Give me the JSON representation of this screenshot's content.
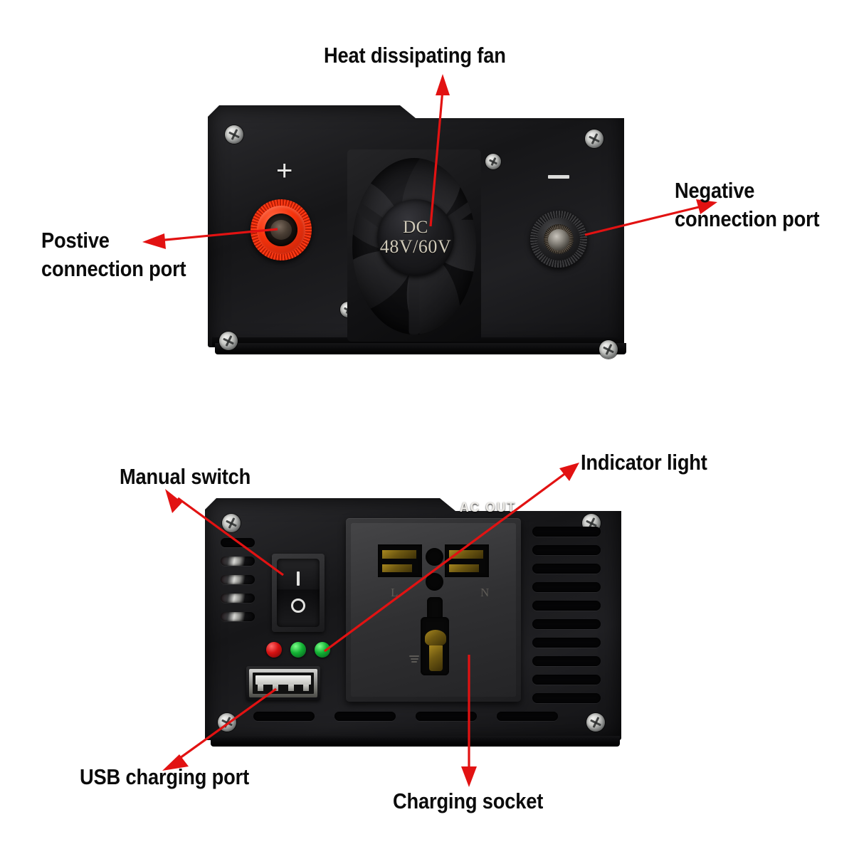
{
  "figure": {
    "title": "Power inverter annotated product diagram",
    "accent_color": "#e21212",
    "label_color": "#0b0b0b"
  },
  "callouts": [
    {
      "id": "heat-dissipating-fan",
      "text": "Heat dissipating fan"
    },
    {
      "id": "postive-connection-port",
      "text": "Postive\nconnection port"
    },
    {
      "id": "negative-connection-port",
      "text": "Negative\nconnection port"
    },
    {
      "id": "manual-switch",
      "text": "Manual switch"
    },
    {
      "id": "indicator-light",
      "text": "Indicator light"
    },
    {
      "id": "usb-charging-port",
      "text": "USB charging port"
    },
    {
      "id": "charging-socket",
      "text": "Charging socket"
    }
  ],
  "top_panel": {
    "name": "DC input panel",
    "positive_mark": "+",
    "negative_mark": "−",
    "fan_label_line1": "DC",
    "fan_label_line2": "48V/60V",
    "screw_count": 6,
    "positive_terminal_color": "#f5330c",
    "negative_terminal_color": "#232325"
  },
  "bottom_panel": {
    "name": "AC output panel",
    "ac_out_label": "AC OUT",
    "socket_live_letter": "L",
    "socket_neutral_letter": "N",
    "rocker_on_symbol": "I",
    "rocker_off_symbol": "O",
    "leds": [
      {
        "name": "led-red",
        "color": "#d41111"
      },
      {
        "name": "led-green-1",
        "color": "#12b033"
      },
      {
        "name": "led-green-2",
        "color": "#12b033"
      }
    ],
    "left_vent_count": 5,
    "right_vent_count": 10,
    "bottom_vent_count": 4,
    "screw_count": 4
  }
}
